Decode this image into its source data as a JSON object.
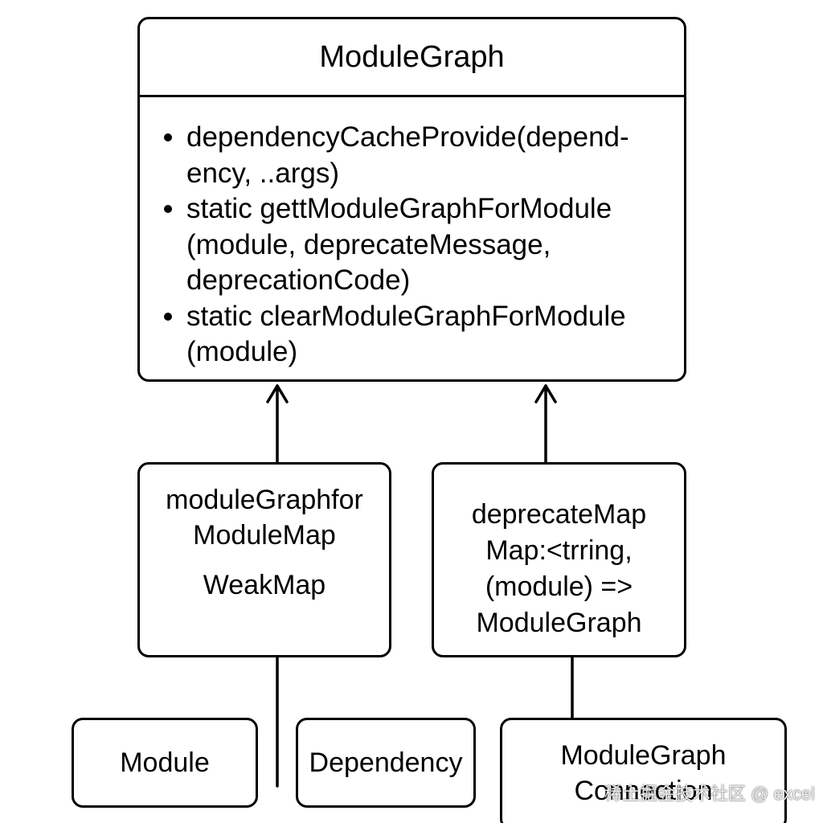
{
  "module_graph": {
    "title": "ModuleGraph",
    "methods": [
      "dependencyCacheProvide(depend-\nency, ..args)",
      "static gettModuleGraphForModule\n(module, deprecateMessage,\ndeprecationCode)",
      "static clearModuleGraphForModule\n(module)"
    ]
  },
  "weakmap_box": {
    "name": "moduleGraphfor\nModuleMap",
    "type": "WeakMap"
  },
  "deprecate_box": {
    "text": "deprecateMap\nMap:<trring,\n(module) =>\nModuleGraph"
  },
  "module_box": {
    "label": "Module"
  },
  "dependency_box": {
    "label": "Dependency"
  },
  "connection_box": {
    "label": "ModuleGraph\nConnection"
  },
  "watermark": "稀土掘金技术社区 @ excel"
}
